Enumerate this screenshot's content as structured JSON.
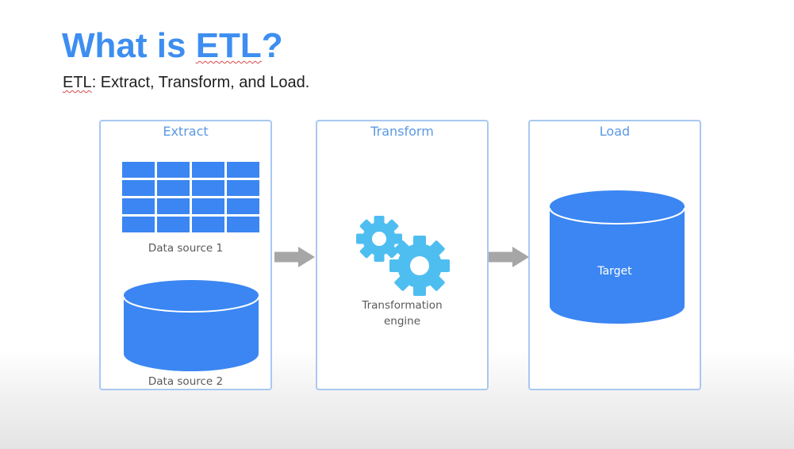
{
  "slide": {
    "title_before": "What is ",
    "title_term": "ETL",
    "title_after": "?",
    "subtitle_term": "ETL",
    "subtitle_rest": ": Extract, Transform, and Load."
  },
  "diagram": {
    "stages": {
      "extract": {
        "title": "Extract",
        "source1_label": "Data source 1",
        "source2_label": "Data source 2"
      },
      "transform": {
        "title": "Transform",
        "engine_label_line1": "Transformation",
        "engine_label_line2": "engine"
      },
      "load": {
        "title": "Load",
        "target_label": "Target"
      }
    },
    "icons": [
      "table-grid-icon",
      "database-cylinder-icon",
      "gears-icon",
      "arrow-right-icon"
    ],
    "colors": {
      "title_blue": "#3d8ef0",
      "shape_blue": "#3b86f2",
      "gear_blue": "#4ebef0",
      "box_border": "#a9c8f1",
      "arrow_gray": "#a6a6a6"
    }
  }
}
